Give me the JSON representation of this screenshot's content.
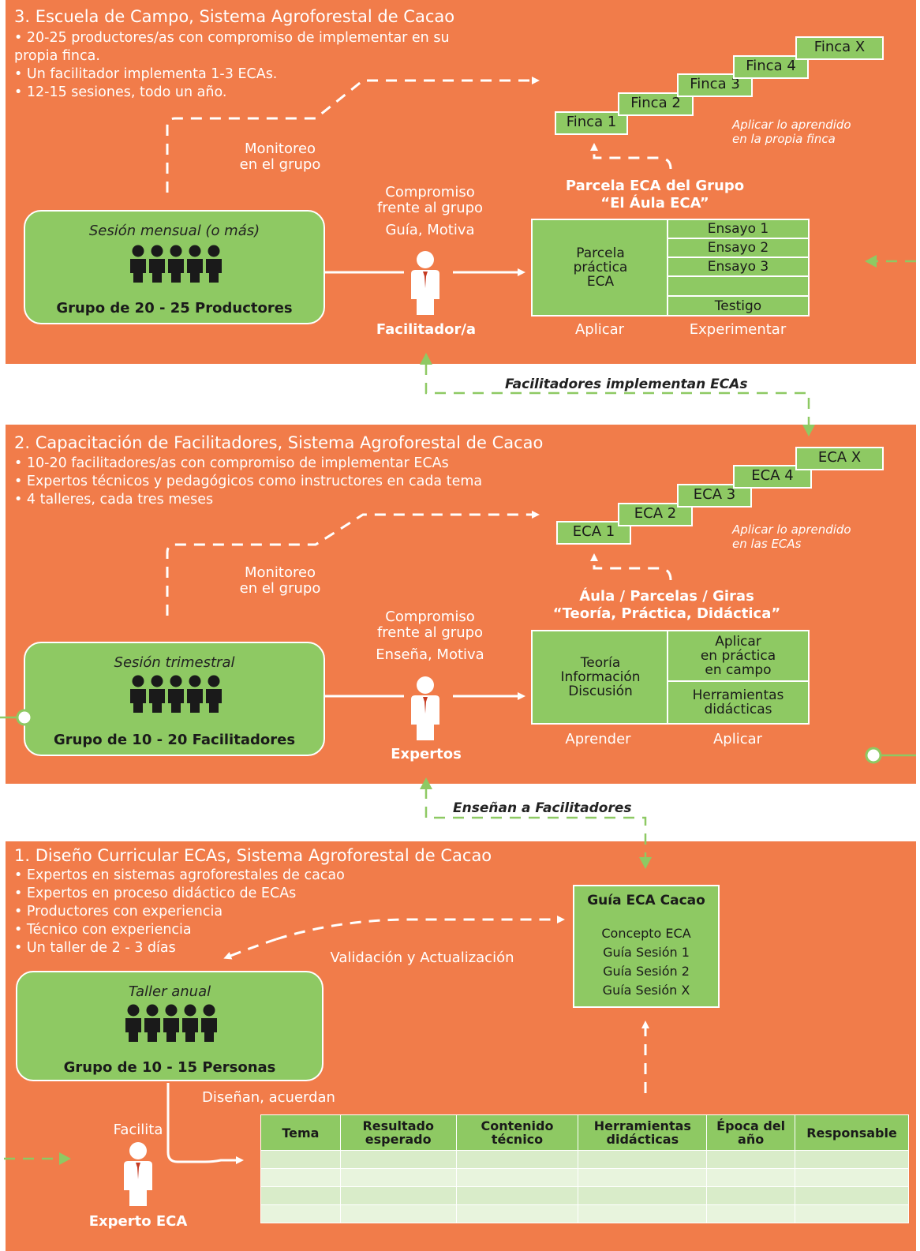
{
  "level3": {
    "title": "3. Escuela de Campo, Sistema Agroforestal de Cacao",
    "bullets": [
      "• 20-25 productores/as con compromiso de implementar en su",
      "propia finca.",
      "• Un facilitador implementa 1-3 ECAs.",
      "• 12-15 sesiones, todo un año."
    ],
    "steps": [
      "Finca 1",
      "Finca 2",
      "Finca 3",
      "Finca 4",
      "Finca X"
    ],
    "apply_note": [
      "Aplicar lo aprendido",
      "en la propia finca"
    ],
    "monitor": [
      "Monitoreo",
      "en el grupo"
    ],
    "commit": [
      "Compromiso",
      "frente al grupo"
    ],
    "role_action": "Guía, Motiva",
    "group_session": "Sesión mensual (o más)",
    "group_name": "Grupo de 20 - 25 Productores",
    "person": "Facilitador/a",
    "plot_title": [
      "Parcela ECA del Grupo",
      "“El Áula ECA”"
    ],
    "plot_left": [
      "Parcela",
      "práctica",
      "ECA"
    ],
    "plot_right": [
      "Ensayo 1",
      "Ensayo 2",
      "Ensayo 3",
      "",
      "Testigo"
    ],
    "label_left": "Aplicar",
    "label_right": "Experimentar"
  },
  "connector_3_2": "Facilitadores implementan ECAs",
  "level2": {
    "title": "2. Capacitación de Facilitadores, Sistema Agroforestal de Cacao",
    "bullets": [
      "• 10-20 facilitadores/as con compromiso de implementar ECAs",
      "• Expertos técnicos y pedagógicos como instructores en cada tema",
      "• 4 talleres, cada tres meses"
    ],
    "steps": [
      "ECA 1",
      "ECA 2",
      "ECA 3",
      "ECA 4",
      "ECA X"
    ],
    "apply_note": [
      "Aplicar lo aprendido",
      "en las ECAs"
    ],
    "monitor": [
      "Monitoreo",
      "en el grupo"
    ],
    "commit": [
      "Compromiso",
      "frente al grupo"
    ],
    "role_action": "Enseña, Motiva",
    "group_session": "Sesión trimestral",
    "group_name": "Grupo de 10 - 20 Facilitadores",
    "person": "Expertos",
    "plot_title": [
      "Áula / Parcelas / Giras",
      "“Teoría, Práctica, Didáctica”"
    ],
    "plot_left": [
      "Teoría",
      "Información",
      "Discusión"
    ],
    "plot_right_top": [
      "Aplicar",
      "en práctica",
      "en campo"
    ],
    "plot_right_bottom": [
      "Herramientas",
      "didácticas"
    ],
    "label_left": "Aprender",
    "label_right": "Aplicar"
  },
  "connector_2_1": "Enseñan a Facilitadores",
  "level1": {
    "title": "1. Diseño Curricular ECAs, Sistema Agroforestal de Cacao",
    "bullets": [
      "• Expertos en sistemas agroforestales de cacao",
      "• Expertos en proceso didáctico de ECAs",
      "• Productores con experiencia",
      "• Técnico con experiencia",
      "• Un taller de 2 - 3 días"
    ],
    "validation": "Validación y Actualización",
    "group_session": "Taller anual",
    "group_name": "Grupo de 10 - 15 Personas",
    "design": "Diseñan, acuerdan",
    "facilita": "Facilita",
    "person": "Experto ECA",
    "guide": {
      "title": "Guía ECA Cacao",
      "items": [
        "Concepto ECA",
        "Guía Sesión 1",
        "Guía Sesión 2",
        "Guía Sesión X"
      ]
    },
    "table": {
      "headers": [
        "Tema",
        "Resultado esperado",
        "Contenido técnico",
        "Herramientas didácticas",
        "Época del año",
        "Responsable"
      ],
      "rows": [
        [
          "",
          "",
          "",
          "",
          "",
          ""
        ],
        [
          "",
          "",
          "",
          "",
          "",
          ""
        ],
        [
          "",
          "",
          "",
          "",
          "",
          ""
        ],
        [
          "",
          "",
          "",
          "",
          "",
          ""
        ]
      ]
    }
  },
  "colors": {
    "panel": "#f17c4a",
    "green": "#8ec963",
    "dash": "#ffffff",
    "connector": "#8ec963"
  }
}
